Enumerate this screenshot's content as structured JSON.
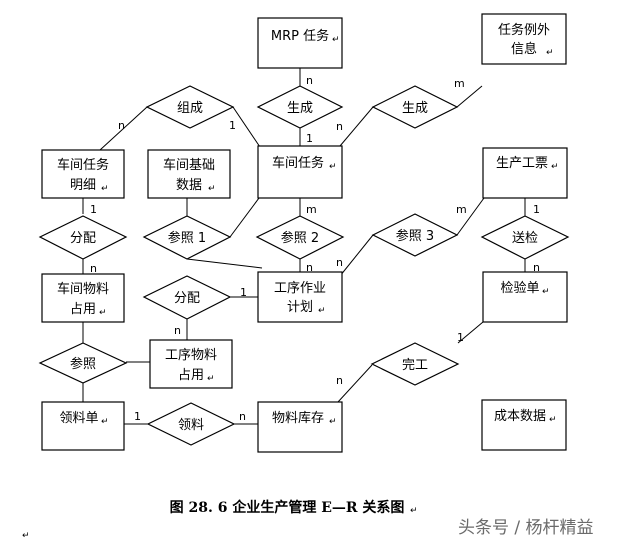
{
  "entities": {
    "mrp_task": [
      "MRP 任务"
    ],
    "task_exception": [
      "任务例外",
      "信息"
    ],
    "workshop_task_detail": [
      "车间任务",
      "明细"
    ],
    "workshop_base_data": [
      "车间基础",
      "数据"
    ],
    "workshop_task": [
      "车间任务"
    ],
    "production_ticket": [
      "生产工票"
    ],
    "workshop_material_use": [
      "车间物料",
      "占用"
    ],
    "process_plan": [
      "工序作业",
      "计划"
    ],
    "inspection_sheet": [
      "检验单"
    ],
    "process_material_use": [
      "工序物料",
      "占用"
    ],
    "requisition": [
      "领料单"
    ],
    "material_stock": [
      "物料库存"
    ],
    "cost_data": [
      "成本数据"
    ]
  },
  "relationships": {
    "compose_1": "组成",
    "generate_1": "生成",
    "generate_2": "生成",
    "allocate_1": "分配",
    "reference_1": "参照 1",
    "reference_2": "参照 2",
    "reference_3": "参照 3",
    "inspect": "送检",
    "allocate_2": "分配",
    "reference_4": "参照",
    "complete": "完工",
    "pick": "领料"
  },
  "cardinalities": {
    "c1": "n",
    "c2": "1",
    "c3": "n",
    "c4": "1",
    "c5": "n",
    "c6": "m",
    "c7": "1",
    "c8": "n",
    "c9": "m",
    "c10": "n",
    "c11": "m",
    "c12": "1",
    "c13": "n",
    "c14": "1",
    "c15": "n",
    "c16": "1",
    "c17": "n",
    "c18": "n",
    "c19": "1",
    "c20": "n"
  },
  "caption": "图 28. 6  企业生产管理 E—R 关系图",
  "watermark": "头条号 / 杨杆精益",
  "colors": {
    "line": "#000000",
    "fill": "#ffffff",
    "watermark": "#6b6b6b"
  }
}
